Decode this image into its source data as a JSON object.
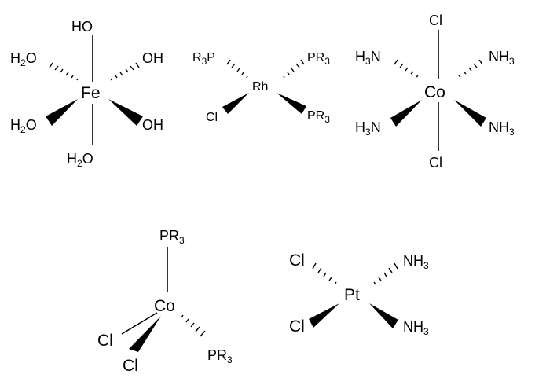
{
  "complexes": [
    {
      "metal": "Fe",
      "ligands": {
        "top": "HO",
        "bottom": "HO",
        "upper_left": "HO",
        "upper_right": "OH",
        "lower_left": "HO",
        "lower_right": "OH"
      }
    },
    {
      "metal": "Rh",
      "ligands": {
        "upper_left": "R P",
        "upper_right": "PR",
        "lower_left": "Cl",
        "lower_right": "PR"
      }
    },
    {
      "metal": "Co",
      "ligands": {
        "top": "Cl",
        "bottom": "Cl",
        "upper_left": "HN",
        "upper_right": "NH",
        "lower_left": "HN",
        "lower_right": "NH"
      }
    },
    {
      "metal": "Co",
      "ligands": {
        "top": "PR",
        "left": "Cl",
        "bottom": "Cl",
        "lower_right": "PR"
      }
    },
    {
      "metal": "Pt",
      "ligands": {
        "upper_left": "Cl",
        "upper_right": "NH",
        "lower_left": "Cl",
        "lower_right": "NH"
      }
    }
  ],
  "subscripts": {
    "two": "2",
    "three": "3"
  }
}
